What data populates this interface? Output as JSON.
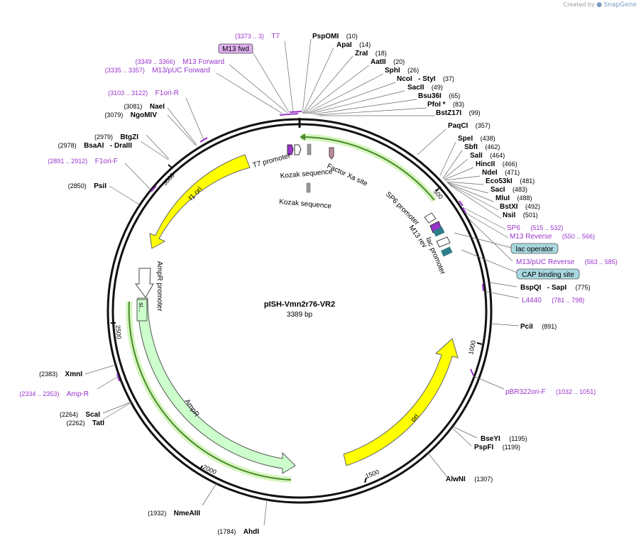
{
  "credit": {
    "prefix": "Created by",
    "brand": "SnapGene"
  },
  "plasmid": {
    "name": "pISH-Vmn2r76-VR2",
    "length_label": "3389 bp",
    "length": 3389
  },
  "ticks": [
    "500",
    "1000",
    "1500",
    "2000",
    "2500",
    "3000"
  ],
  "colors": {
    "primer": "#9933cc",
    "ori": "#ffff00",
    "ampr": "#ccffcc",
    "lac_box": "#a8d8e0",
    "m13fwd_box": "#e0b0f0"
  },
  "enzymes": [
    {
      "name": "PspOMI",
      "pos": "(10)"
    },
    {
      "name": "ApaI",
      "pos": "(14)"
    },
    {
      "name": "ZraI",
      "pos": "(18)"
    },
    {
      "name": "AatII",
      "pos": "(20)"
    },
    {
      "name": "SphI",
      "pos": "(26)"
    },
    {
      "name": "NcoI",
      "extra": "- StyI",
      "pos": "(37)"
    },
    {
      "name": "SacII",
      "pos": "(49)"
    },
    {
      "name": "Bsu36I",
      "pos": "(65)"
    },
    {
      "name": "PfoI *",
      "pos": "(83)"
    },
    {
      "name": "BstZ17I",
      "pos": "(99)"
    },
    {
      "name": "PaqCI",
      "pos": "(357)"
    },
    {
      "name": "SpeI",
      "pos": "(438)"
    },
    {
      "name": "SbfI",
      "pos": "(462)"
    },
    {
      "name": "SalI",
      "pos": "(464)"
    },
    {
      "name": "HincII",
      "pos": "(466)"
    },
    {
      "name": "NdeI",
      "pos": "(471)"
    },
    {
      "name": "Eco53kI",
      "pos": "(481)"
    },
    {
      "name": "SacI",
      "pos": "(483)"
    },
    {
      "name": "MluI",
      "pos": "(488)"
    },
    {
      "name": "BstXI",
      "pos": "(492)"
    },
    {
      "name": "NsiI",
      "pos": "(501)"
    },
    {
      "name": "BspQI",
      "extra": "- SapI",
      "pos": "(775)"
    },
    {
      "name": "PciI",
      "pos": "(891)"
    },
    {
      "name": "BseYI",
      "pos": "(1195)"
    },
    {
      "name": "PspFI",
      "pos": "(1199)"
    },
    {
      "name": "AlwNI",
      "pos": "(1307)"
    },
    {
      "name": "AhdI",
      "pos": "(1784)"
    },
    {
      "name": "NmeAIII",
      "pos": "(1932)"
    },
    {
      "name": "TatI",
      "pos": "(2262)"
    },
    {
      "name": "ScaI",
      "pos": "(2264)"
    },
    {
      "name": "XmnI",
      "pos": "(2383)"
    },
    {
      "name": "PsiI",
      "pos": "(2850)"
    },
    {
      "name": "BsaAI",
      "extra": "- DraIII",
      "pos": "(2978)"
    },
    {
      "name": "BtgZI",
      "pos": "(2979)"
    },
    {
      "name": "NgoMIV",
      "pos": "(3079)"
    },
    {
      "name": "NaeI",
      "pos": "(3081)"
    }
  ],
  "primers": [
    {
      "name": "T7",
      "pos": "(3373 .. 3)"
    },
    {
      "name": "M13 fwd",
      "pos": ""
    },
    {
      "name": "M13 Forward",
      "pos": "(3349 .. 3366)"
    },
    {
      "name": "M13/pUC Forward",
      "pos": "(3335 .. 3357)"
    },
    {
      "name": "F1ori-R",
      "pos": "(3103 .. 3122)"
    },
    {
      "name": "F1ori-F",
      "pos": "(2891 .. 2912)"
    },
    {
      "name": "SP6",
      "pos": "(515 .. 532)"
    },
    {
      "name": "M13 Reverse",
      "pos": "(550 .. 566)"
    },
    {
      "name": "M13/pUC Reverse",
      "pos": "(563 .. 585)"
    },
    {
      "name": "L4440",
      "pos": "(781 .. 798)"
    },
    {
      "name": "pBR322ori-F",
      "pos": "(1032 .. 1051)"
    },
    {
      "name": "Amp-R",
      "pos": "(2334 .. 2353)"
    }
  ],
  "features": {
    "lac_operator": "lac operator",
    "cap_site": "CAP binding site",
    "t7_promoter": "T7 promoter",
    "kozak1": "Kozak sequence",
    "kozak2": "Kozak sequence",
    "factor_xa": "Factor Xa site",
    "sp6_promoter": "SP6 promoter",
    "m13_rev": "M13 rev",
    "lac_promoter": "lac promoter",
    "f1_ori": "f1 ori",
    "ampr_promoter": "AmpR promoter",
    "ampr": "AmpR",
    "ori": "ori",
    "signal": "si..."
  }
}
